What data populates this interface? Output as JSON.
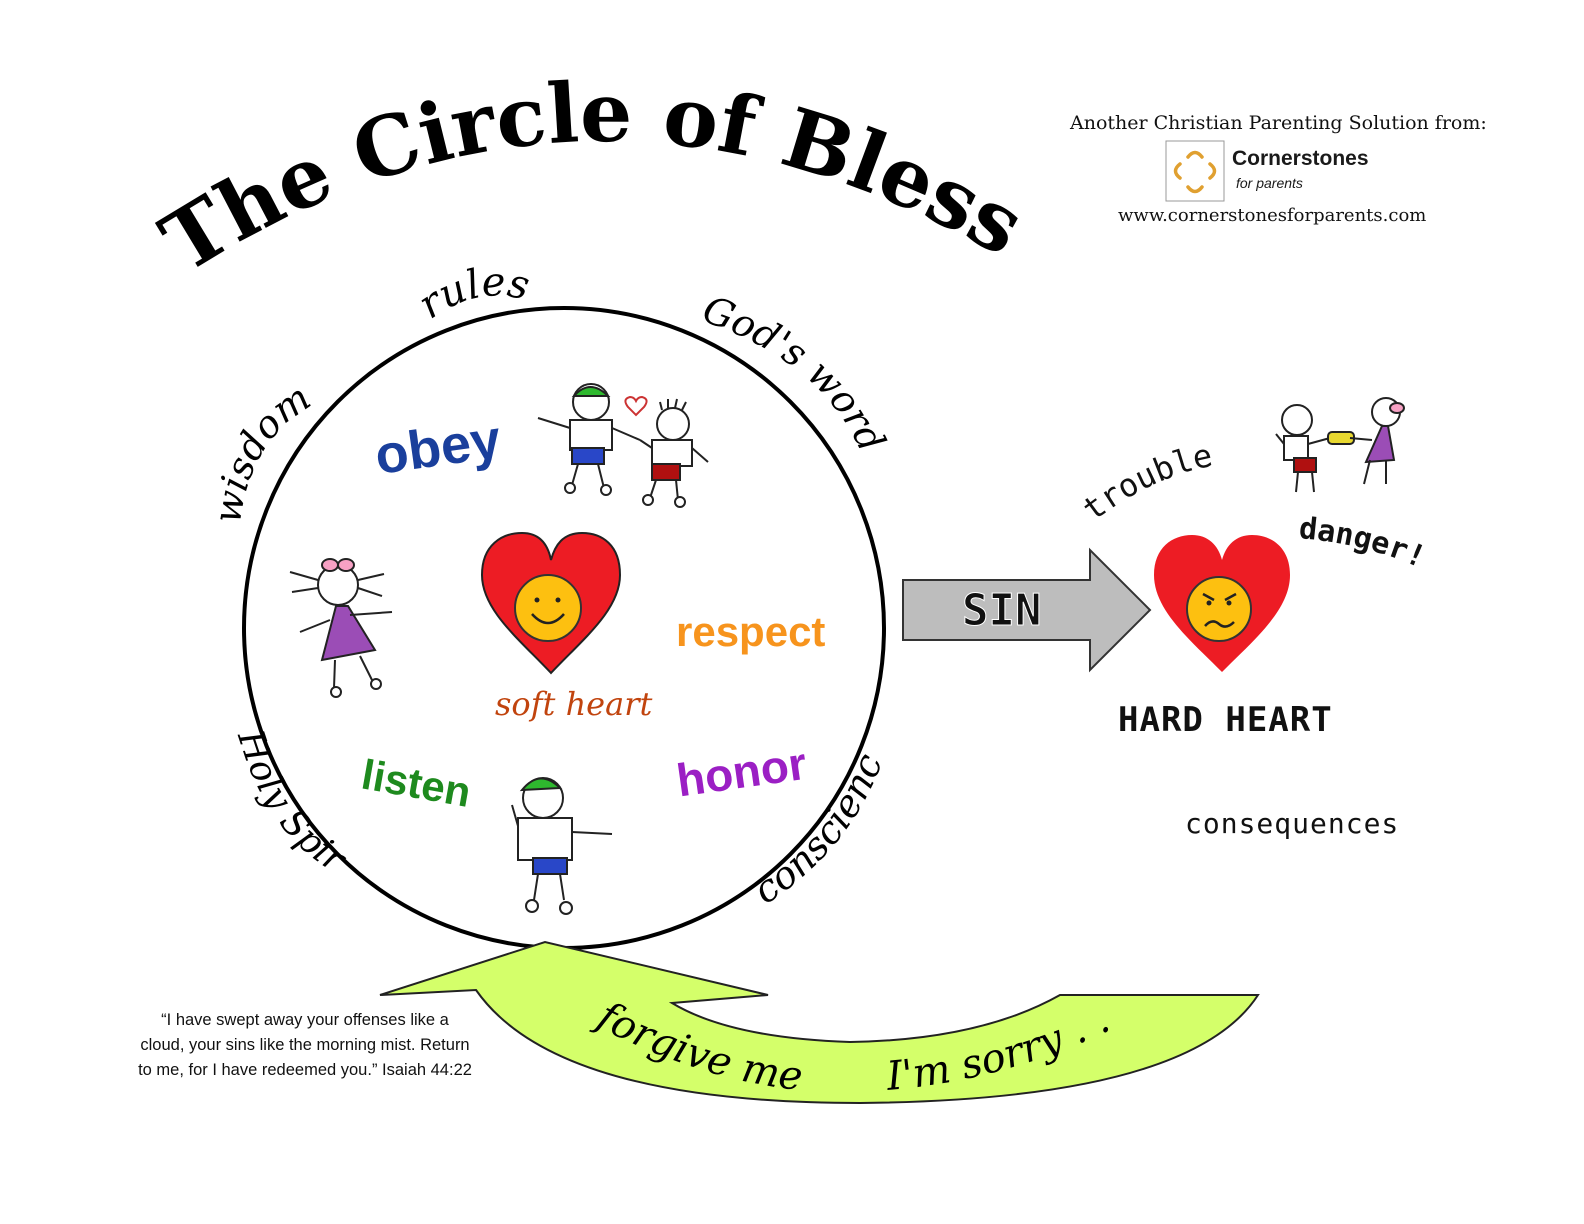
{
  "title": "The Circle of Blessing",
  "brand": {
    "tagline": "Another Christian Parenting Solution from:",
    "name": "Cornerstones",
    "sub": "for parents",
    "url": "www.cornerstonesforparents.com"
  },
  "circle_labels": {
    "rules": "rules",
    "gods_word": "God's word",
    "wisdom": "wisdom",
    "holy_spirit": "Holy Spirit",
    "conscience": "conscience"
  },
  "inner_words": {
    "obey": "obey",
    "respect": "respect",
    "listen": "listen",
    "honor": "honor",
    "soft_heart": "soft heart"
  },
  "right_side": {
    "sin": "SIN",
    "trouble": "trouble",
    "danger": "danger!",
    "hard_heart": "HARD HEART",
    "consequences": "consequences"
  },
  "return_arrow": {
    "forgive": "forgive me?",
    "sorry": "I'm sorry . . ."
  },
  "quote": {
    "line1": "“I have swept away your offenses like a",
    "line2": "cloud, your sins like the morning mist. Return",
    "line3": "to me, for I have redeemed you.”  Isaiah 44:22"
  },
  "colors": {
    "obey": "#1a3f9c",
    "respect": "#f7941d",
    "listen": "#1e8a1e",
    "honor": "#9b1fc4",
    "soft_heart": "#c1440e",
    "heart": "#ed1c24",
    "face": "#fdc010",
    "green_arrow": "#d4ff6a",
    "sin_arrow": "#bdbdbd",
    "cross": "#e0a030"
  }
}
